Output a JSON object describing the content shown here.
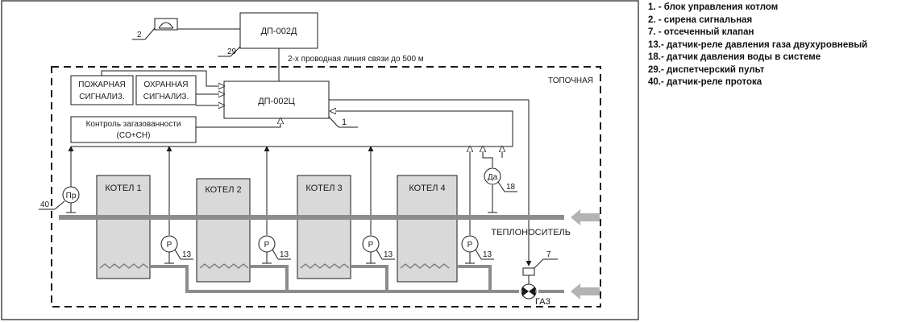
{
  "units": {
    "controller": "ДП-002Ц",
    "dispatcher": "ДП-002Д",
    "fire_alarm": [
      "ПОЖАРНАЯ",
      "СИГНАЛИЗ."
    ],
    "security_alarm": [
      "ОХРАННАЯ",
      "СИГНАЛИЗ."
    ],
    "gas_control": [
      "Контроль загазованности",
      "(CO+CH)"
    ]
  },
  "labels": {
    "boiler_room": "ТОПОЧНАЯ",
    "comm_line": "2-х проводная линия связи до 500 м",
    "coolant": "ТЕПЛОНОСИТЕЛЬ",
    "gas": "ГАЗ"
  },
  "boilers": [
    "КОТЕЛ 1",
    "КОТЕЛ 2",
    "КОТЕЛ 3",
    "КОТЕЛ 4"
  ],
  "sensors": {
    "pressure": "P",
    "flow": "Пр",
    "water_pressure": "Да"
  },
  "callouts": {
    "siren": "2",
    "dispatcher": "29",
    "controller": "1",
    "flow": "40",
    "water_pressure": "18",
    "gas_pressure": "13",
    "valve": "7"
  },
  "legend": [
    "1. - блок управления котлом",
    "2. - сирена сигнальная",
    "7. - отсеченный клапан",
    "13.- датчик-реле давления газа двухуровневый",
    "18.- датчик давления воды в системе",
    "29.- диспетчерский пульт",
    "40.- датчик-реле протока"
  ],
  "colors": {
    "line": "#1a1a1a",
    "boiler_fill": "#d9d9d9",
    "pipe": "#8c8c8c",
    "arrow": "#b3b3b3"
  }
}
